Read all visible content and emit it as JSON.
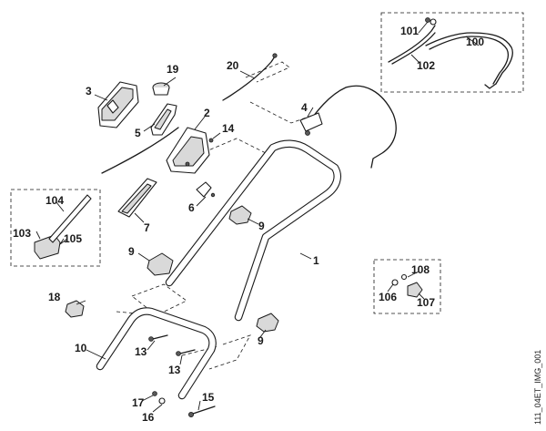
{
  "image_reference": "111_04ET_IMG_001",
  "callouts": {
    "c1": "1",
    "c2": "2",
    "c3": "3",
    "c4": "4",
    "c5": "5",
    "c6": "6",
    "c7": "7",
    "c9a": "9",
    "c9b": "9",
    "c9c": "9",
    "c10": "10",
    "c13a": "13",
    "c13b": "13",
    "c14": "14",
    "c15": "15",
    "c16": "16",
    "c17": "17",
    "c18": "18",
    "c19": "19",
    "c20": "20",
    "c100": "100",
    "c101": "101",
    "c102": "102",
    "c103": "103",
    "c104": "104",
    "c105": "105",
    "c106": "106",
    "c107": "107",
    "c108": "108"
  }
}
